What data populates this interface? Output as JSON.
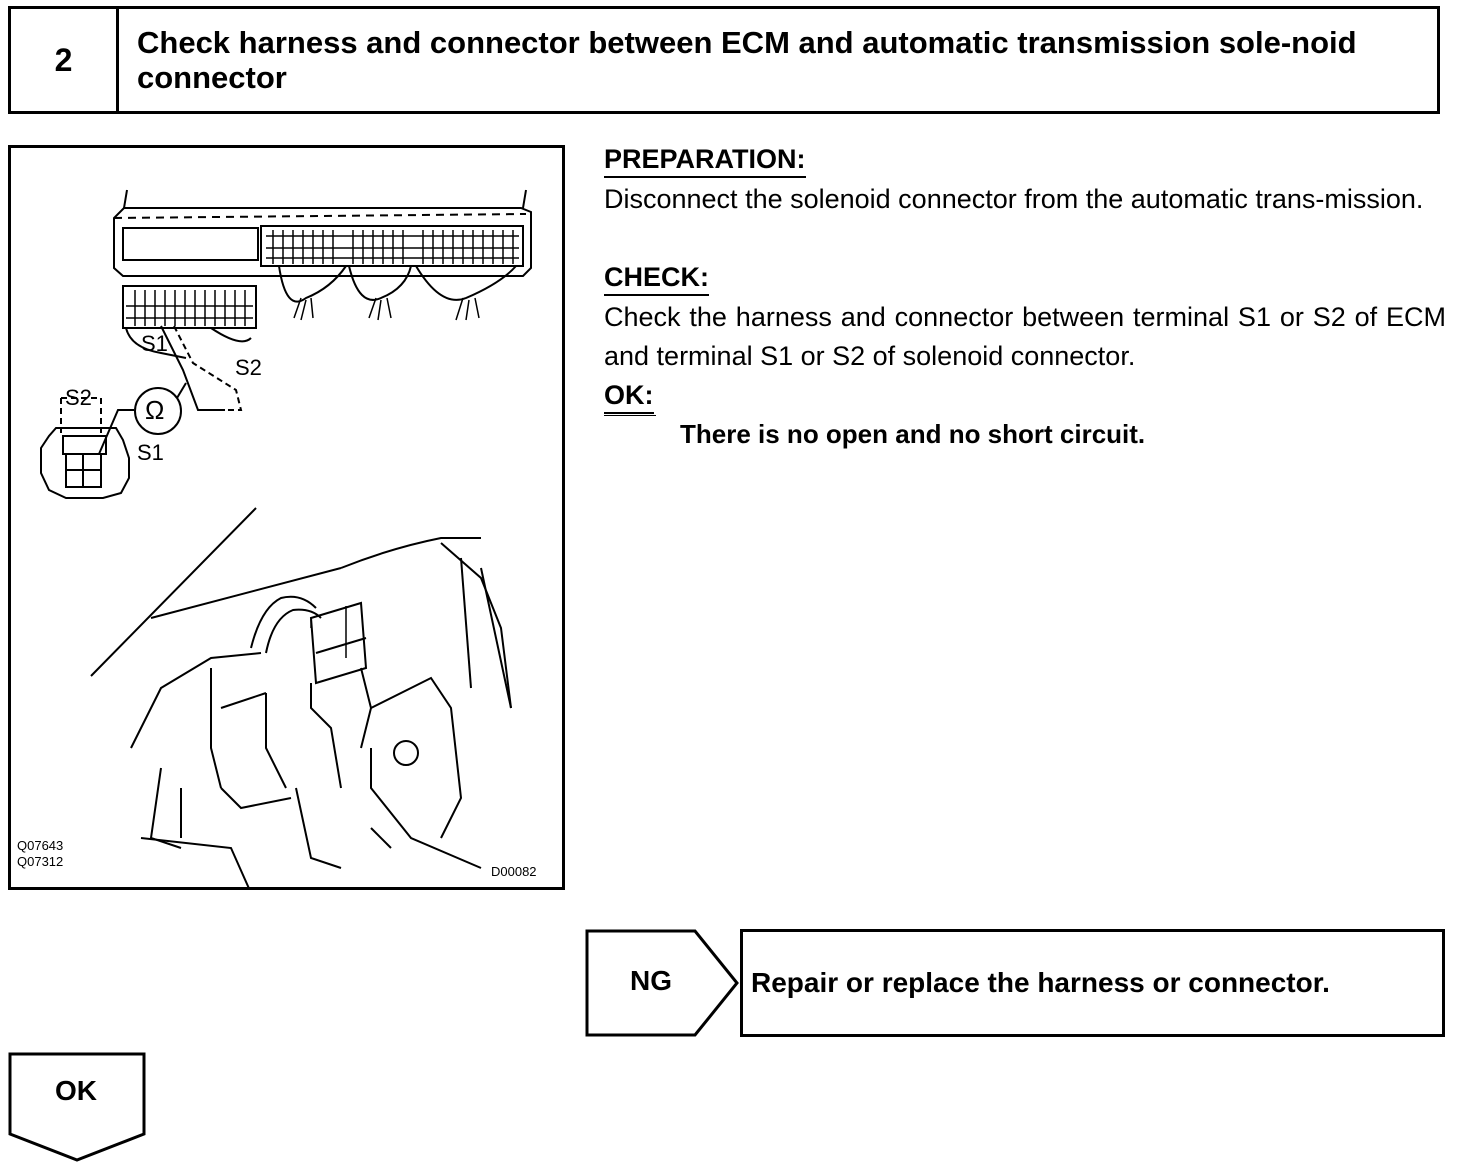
{
  "header": {
    "step_number": "2",
    "title": "Check harness and connector between ECM and automatic transmission sole-noid connector"
  },
  "figure": {
    "label_s1_ecm": "S1",
    "label_s2_ecm": "S2",
    "label_s2_sol": "S2",
    "label_s1_sol": "S1",
    "ohm_symbol": "Ω",
    "code_left_1": "Q07643",
    "code_left_2": "Q07312",
    "code_right": "D00082"
  },
  "instructions": {
    "preparation_heading": "PREPARATION:",
    "preparation_text": "Disconnect the solenoid connector from the automatic trans-mission.",
    "check_heading": "CHECK:",
    "check_text": "Check the harness and connector between terminal S1 or S2 of ECM and terminal S1 or S2 of solenoid connector.",
    "ok_heading": "OK:",
    "ok_result": "There is no open and no short circuit."
  },
  "flow": {
    "ng_label": "NG",
    "ng_action": "Repair or replace the harness or connector.",
    "ok_label": "OK"
  }
}
